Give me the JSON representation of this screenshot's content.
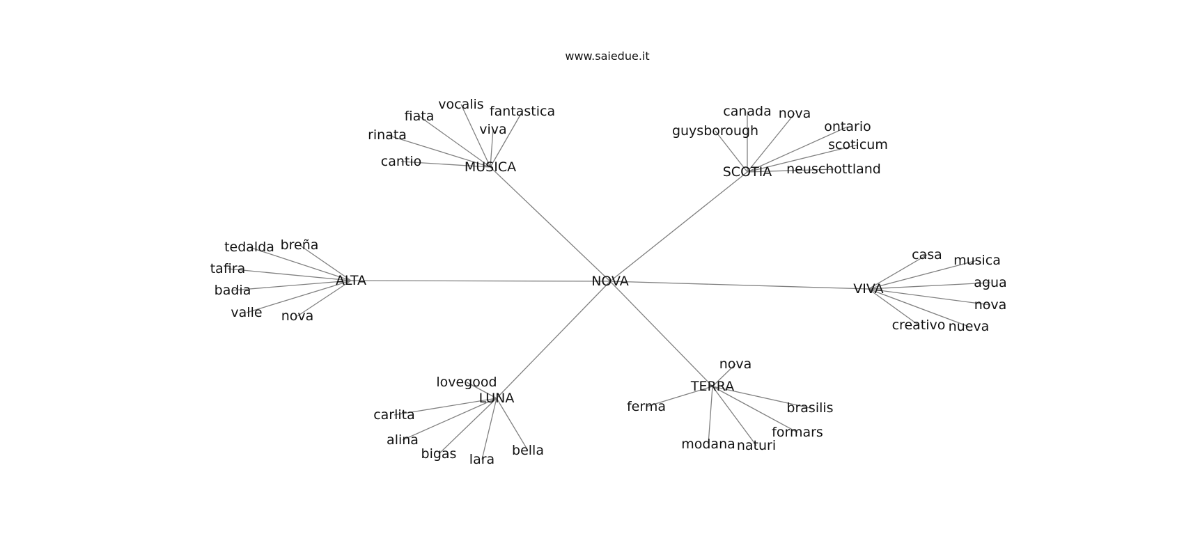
{
  "title": "www.saiedue.it",
  "colors": {
    "edge": "#808080",
    "text": "#111111",
    "background": "#ffffff"
  },
  "graph": {
    "root": "NOVA",
    "hubs": [
      {
        "id": "musica",
        "label": "MUSICA",
        "leaves": [
          "cantio",
          "rinata",
          "fiata",
          "vocalis",
          "viva",
          "fantastica"
        ]
      },
      {
        "id": "scotia",
        "label": "SCOTIA",
        "leaves": [
          "guysborough",
          "canada",
          "nova",
          "ontario",
          "scoticum",
          "neuschottland"
        ]
      },
      {
        "id": "alta",
        "label": "ALTA",
        "leaves": [
          "tedalda",
          "breña",
          "tafira",
          "badia",
          "valle",
          "nova"
        ]
      },
      {
        "id": "viva",
        "label": "VIVA",
        "leaves": [
          "casa",
          "musica",
          "agua",
          "nova",
          "creativo",
          "nueva"
        ]
      },
      {
        "id": "luna",
        "label": "LUNA",
        "leaves": [
          "lovegood",
          "carlita",
          "alina",
          "bigas",
          "lara",
          "bella"
        ]
      },
      {
        "id": "terra",
        "label": "TERRA",
        "leaves": [
          "nova",
          "ferma",
          "brasilis",
          "formars",
          "modana",
          "naturi"
        ]
      }
    ]
  }
}
